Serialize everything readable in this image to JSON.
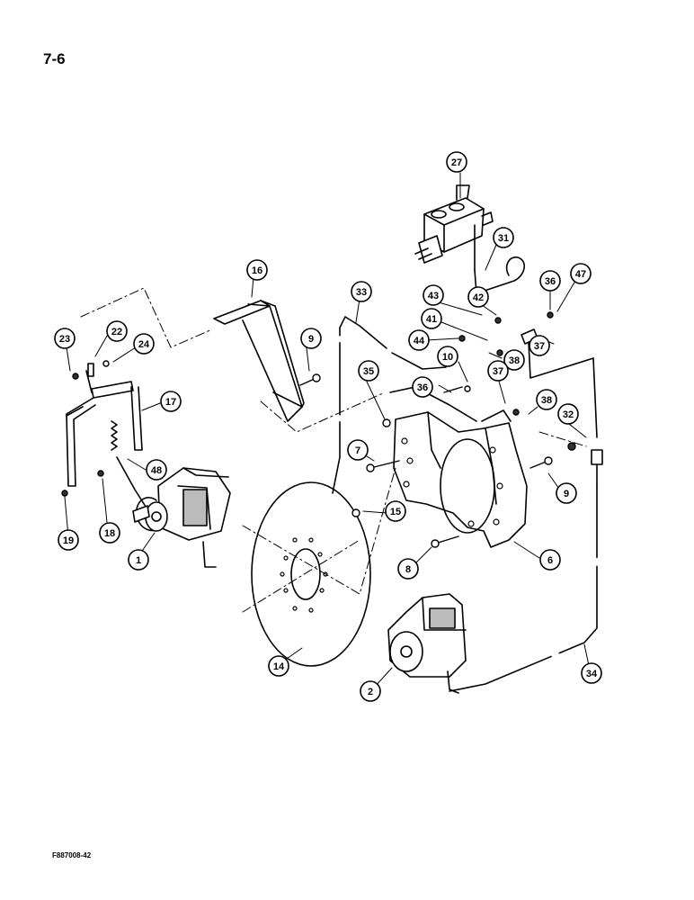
{
  "page_number": "7-6",
  "figure_id": "F887008-42",
  "callouts": [
    "27",
    "31",
    "47",
    "36",
    "43",
    "42",
    "16",
    "33",
    "41",
    "37",
    "44",
    "38",
    "23",
    "22",
    "24",
    "9",
    "35",
    "36",
    "10",
    "37",
    "38",
    "32",
    "17",
    "7",
    "48",
    "9",
    "19",
    "18",
    "15",
    "1",
    "6",
    "8",
    "14",
    "2",
    "34"
  ]
}
